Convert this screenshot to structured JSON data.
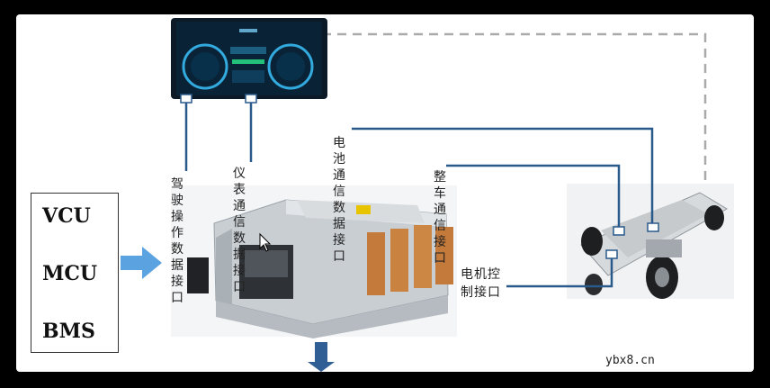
{
  "legend": {
    "items": [
      "VCU",
      "MCU",
      "BMS"
    ]
  },
  "labels": {
    "drive_operation": "驾驶操作数据接口",
    "instrument": "仪表通信数据接口",
    "battery": "电池通信数据接口",
    "vehicle": "整车通信接口",
    "motor_control_line1": "电机控",
    "motor_control_line2": "制接口"
  },
  "watermark": "ybx8.cn",
  "colors": {
    "line": "#2a5a8c",
    "arrow": "#4a90d9",
    "dashed": "#aaaaaa",
    "connector": "#c47a3a"
  }
}
